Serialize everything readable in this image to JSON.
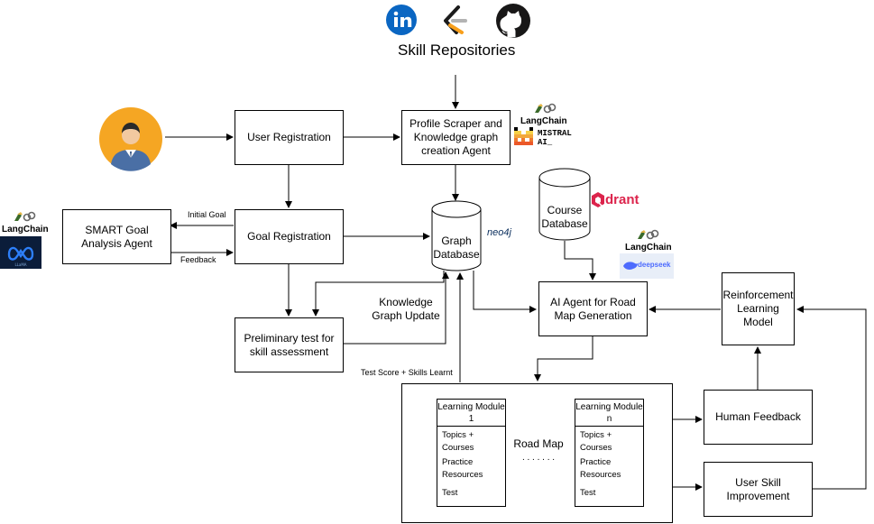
{
  "header": {
    "title": "Skill Repositories",
    "icons": [
      "linkedin-icon",
      "leetcode-icon",
      "github-icon"
    ]
  },
  "nodes": {
    "user_registration": "User Registration",
    "profile_scraper": "Profile Scraper and Knowledge graph creation Agent",
    "smart_goal": "SMART Goal Analysis Agent",
    "goal_registration": "Goal Registration",
    "preliminary_test": "Preliminary test for skill assessment",
    "graph_database": "Graph Database",
    "course_database": "Course Database",
    "ai_agent": "AI Agent for Road Map Generation",
    "reinforcement": "Reinforcement Learning Model",
    "human_feedback": "Human Feedback",
    "user_skill": "User Skill Improvement",
    "road_map": "Road Map",
    "road_map_dots": ". . . . . . ."
  },
  "edge_labels": {
    "initial_goal": "Initial Goal",
    "feedback": "Feedback",
    "kg_update": "Knowledge Graph Update",
    "test_score": "Test Score + Skills Learnt"
  },
  "modules": [
    {
      "title": "Learning Module 1",
      "items": [
        "Topics + Courses",
        "Practice Resources",
        "Test"
      ]
    },
    {
      "title": "Learning Module n",
      "items": [
        "Topics + Courses",
        "Practice Resources",
        "Test"
      ]
    }
  ],
  "brands": {
    "langchain": "LangChain",
    "mistral": "MISTRAL AI_",
    "neo4j": "neo4j",
    "qdrant": "drant",
    "deepseek": "deepseek",
    "meta": "LLaMA"
  },
  "colors": {
    "linkedin": "#0a66c2",
    "github": "#181717",
    "qdrant": "#dc244c",
    "mistral": "#f7561c",
    "avatar_bg": "#f5a623",
    "meta_bg": "#0b1d3a"
  }
}
